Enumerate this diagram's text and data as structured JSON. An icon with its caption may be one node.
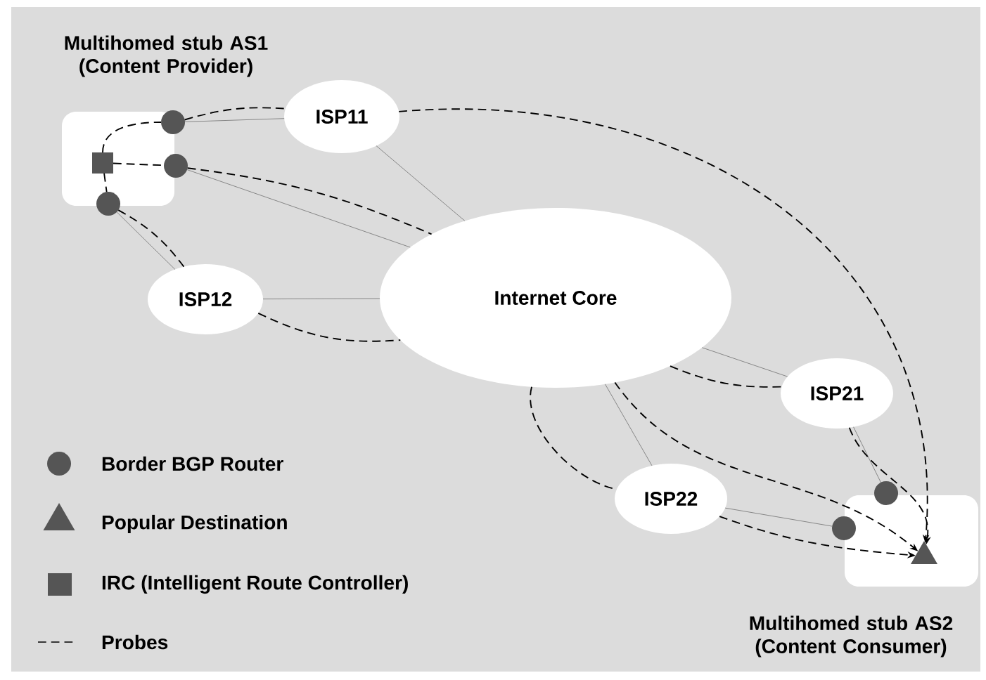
{
  "diagram": {
    "nodes": [
      {
        "text": [
          "Multihomed stub AS1 (Content Provider)"
        ]
      },
      {
        "text": [],
        "shape": "box",
        "in": 0
      },
      {
        "text": [],
        "shape": "circle"
      },
      {
        "text": [],
        "shape": "circle"
      },
      {
        "text": [],
        "shape": "circle"
      },
      {
        "text": [
          "ISP11"
        ]
      },
      {
        "text": [
          "ISP12"
        ]
      },
      {
        "text": [
          "Internet Core"
        ]
      },
      {
        "text": [
          "ISP21"
        ]
      },
      {
        "text": [
          "ISP22"
        ]
      },
      {
        "text": [
          "Multihomed stub AS2 (Content Consumer)"
        ]
      },
      {
        "text": [],
        "shape": "circle"
      },
      {
        "text": [],
        "shape": "circle"
      },
      {
        "text": [],
        "shape": "triangle",
        "in": 10
      }
    ],
    "edges": [
      {
        "from": 2,
        "to": 5,
        "arrow": "none",
        "color": "#808080"
      },
      {
        "from": 5,
        "to": 7,
        "arrow": "none",
        "color": "#808080"
      },
      {
        "from": 3,
        "to": 7,
        "arrow": "none",
        "color": "#808080"
      },
      {
        "from": 4,
        "to": 6,
        "arrow": "none",
        "color": "#808080"
      },
      {
        "from": 6,
        "to": 7,
        "arrow": "none",
        "color": "#808080"
      },
      {
        "from": 7,
        "to": 8,
        "arrow": "none",
        "color": "#808080"
      },
      {
        "from": 8,
        "to": 11,
        "arrow": "none",
        "color": "#808080"
      },
      {
        "from": 7,
        "to": 9,
        "arrow": "none",
        "color": "#808080"
      },
      {
        "from": 9,
        "to": 12,
        "arrow": "none",
        "color": "#808080"
      },
      {
        "from": 1,
        "to": 2,
        "arrow": "none",
        "style": "dashed"
      },
      {
        "from": 2,
        "to": 5,
        "arrow": "none",
        "style": "dashed"
      },
      {
        "from": 5,
        "to": 13,
        "arrow": "to",
        "style": "dashed"
      },
      {
        "from": 1,
        "to": 3,
        "arrow": "none",
        "style": "dashed"
      },
      {
        "from": 3,
        "to": 7,
        "arrow": "none",
        "style": "dashed"
      },
      {
        "from": 1,
        "to": 4,
        "arrow": "none",
        "style": "dashed"
      },
      {
        "from": 4,
        "to": 6,
        "arrow": "none",
        "style": "dashed"
      },
      {
        "from": 6,
        "to": 7,
        "arrow": "none",
        "style": "dashed"
      },
      {
        "from": 7,
        "to": 8,
        "arrow": "none",
        "style": "dashed"
      },
      {
        "from": 8,
        "to": 13,
        "arrow": "to",
        "style": "dashed"
      },
      {
        "from": 7,
        "to": 13,
        "arrow": "to",
        "style": "dashed"
      },
      {
        "from": 7,
        "to": 9,
        "arrow": "none",
        "style": "dashed"
      },
      {
        "from": 9,
        "to": 13,
        "arrow": "to",
        "style": "dashed"
      }
    ],
    "legend": [
      {
        "text": "Border BGP Router"
      },
      {
        "text": "Popular Destination"
      },
      {
        "text": "IRC (Intelligent Route Controller)"
      },
      {
        "text": "Probes"
      }
    ]
  }
}
